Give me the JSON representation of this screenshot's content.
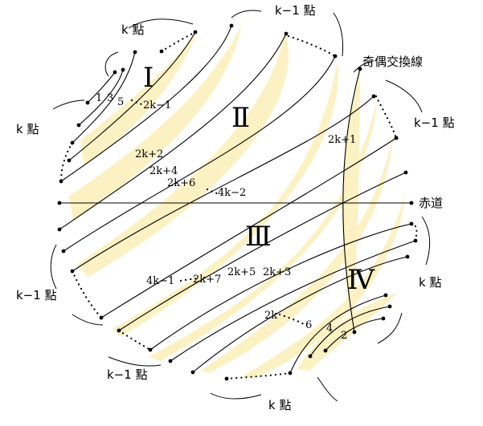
{
  "labels": {
    "k_top_left": "k 點",
    "k1_top": "k−1 點",
    "k_left": "k 點",
    "k1_right_top": "k−1 點",
    "k1_left": "k−1 點",
    "k_right": "k 點",
    "k1_bottom": "k−1 點",
    "k_bottom": "k 點",
    "switch_line": "奇偶交換線",
    "equator": "赤道"
  },
  "regions": {
    "r1": "Ⅰ",
    "r2": "Ⅱ",
    "r3": "Ⅲ",
    "r4": "Ⅳ"
  },
  "endpoint_labels": {
    "n1": "1",
    "n3": "3",
    "n5": "5",
    "n2k_1": "2k−1",
    "n2k2": "2k+2",
    "n2k4": "2k+4",
    "n2k6": "2k+6",
    "n4k2": "4k−2",
    "n2k1": "2k+1",
    "n4k1": "4k−1",
    "n2k7": "2k+7",
    "n2k5": "2k+5",
    "n2k3": "2k+3",
    "n2k": "2k",
    "n6": "6",
    "n4": "4",
    "n2": "2"
  }
}
